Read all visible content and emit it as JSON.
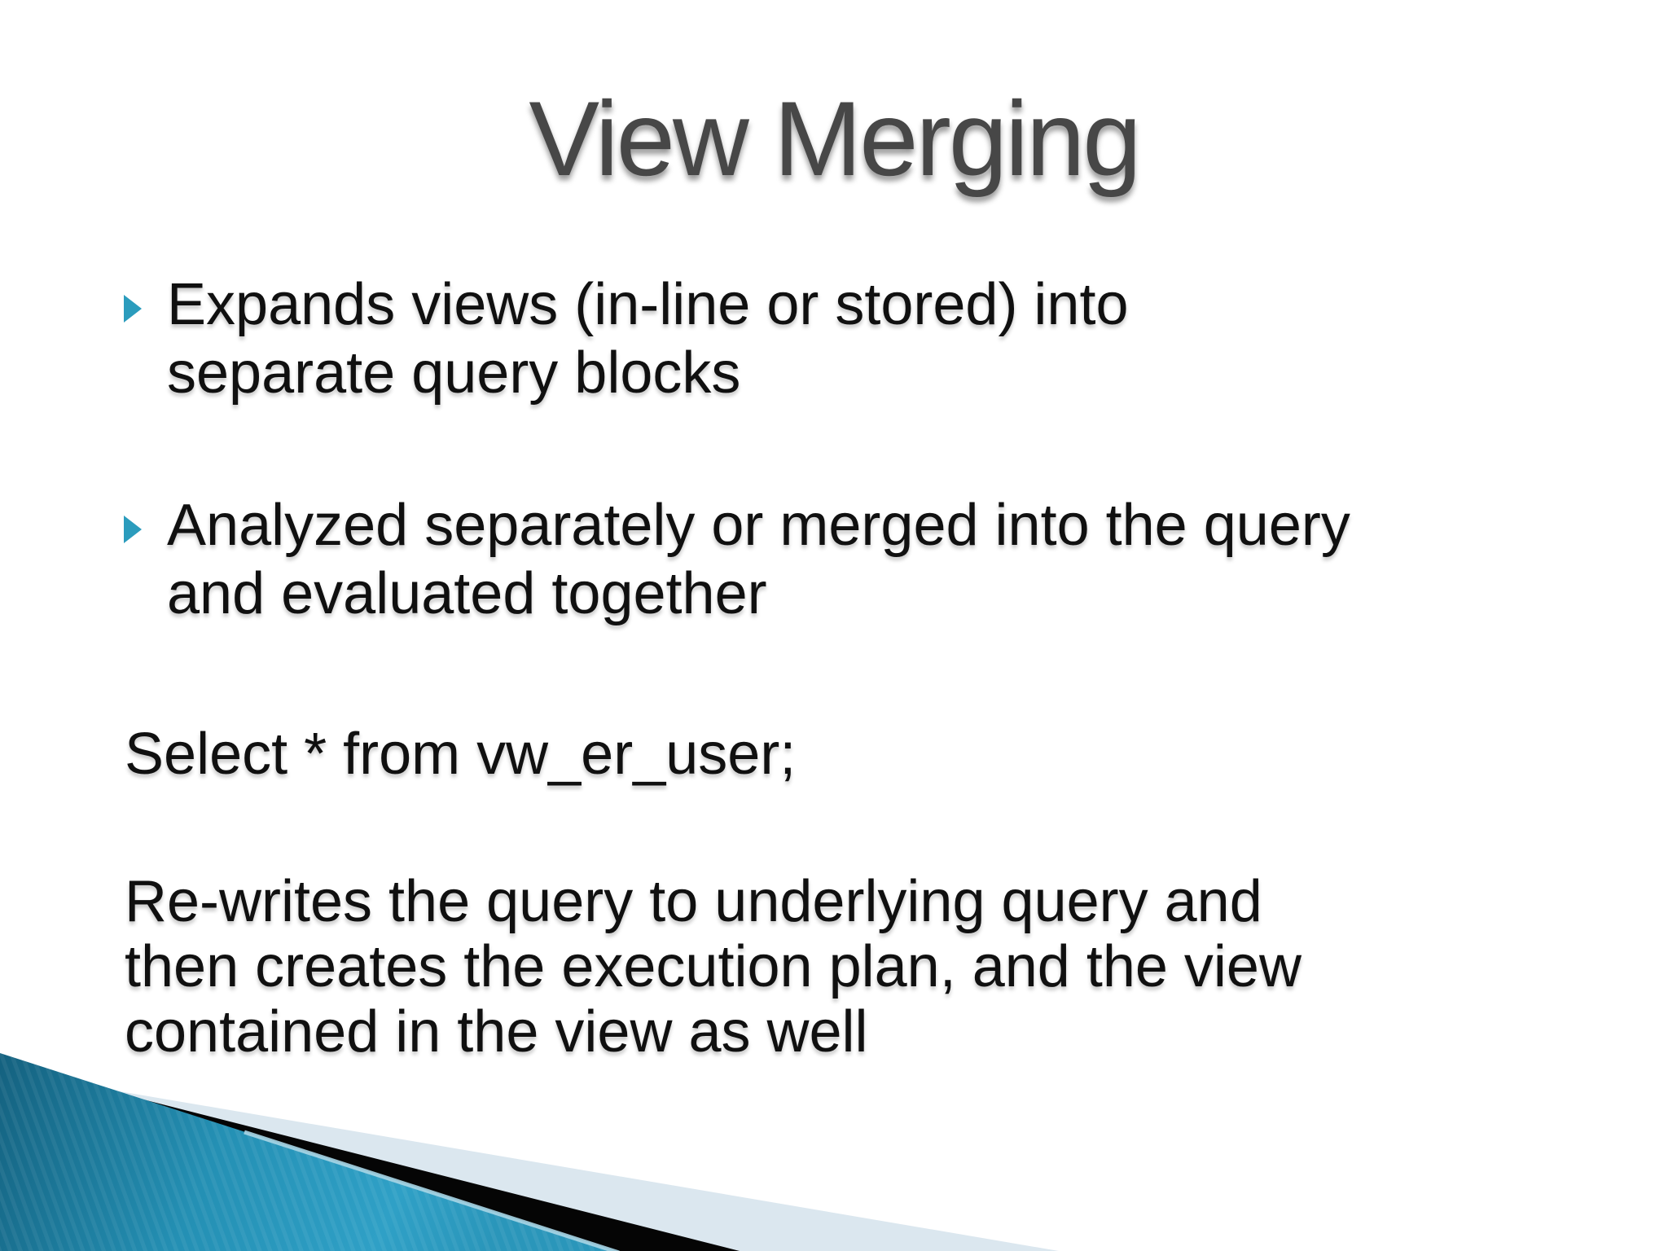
{
  "slide": {
    "title": "View Merging",
    "bullets": [
      {
        "lines": [
          "Expands views (in-line or stored) into",
          "separate query blocks"
        ]
      },
      {
        "lines": [
          "Analyzed separately or merged into the query",
          "and evaluated together"
        ]
      }
    ],
    "sql_line": "Select * from vw_er_user;",
    "paragraph": {
      "lines": [
        "Re-writes the query to underlying query and",
        "then creates the execution plan, and the view",
        "contained in the view as well"
      ]
    },
    "icons": {
      "bullet_marker": "right-pointing-triangle"
    },
    "colors": {
      "title_gray": "#474747",
      "body_text": "#101010",
      "bullet_accent": "#2b9cbd",
      "teal_dark": "#14617f",
      "teal_mid": "#2490b4",
      "teal_bright": "#2fa0c6",
      "teal_end": "#2a96ba",
      "pale_wedge": "#dbe7ef",
      "stripe_black": "#050505",
      "edge_highlight": "#a9d6e6"
    }
  }
}
